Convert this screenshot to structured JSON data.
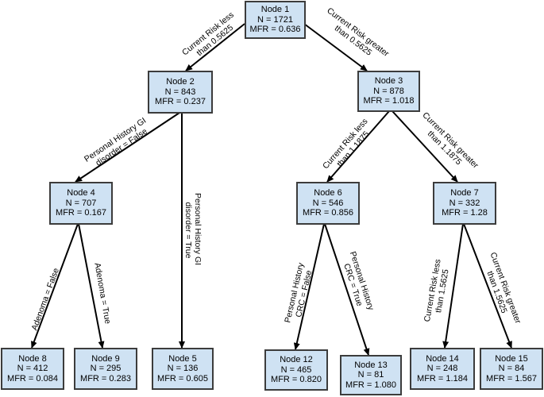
{
  "nodes": {
    "node1": {
      "name": "Node 1",
      "n": "N = 1721",
      "mfr": "MFR = 0.636"
    },
    "node2": {
      "name": "Node 2",
      "n": "N = 843",
      "mfr": "MFR = 0.237"
    },
    "node3": {
      "name": "Node 3",
      "n": "N = 878",
      "mfr": "MFR = 1.018"
    },
    "node4": {
      "name": "Node 4",
      "n": "N = 707",
      "mfr": "MFR = 0.167"
    },
    "node5": {
      "name": "Node 5",
      "n": "N = 136",
      "mfr": "MFR = 0.605"
    },
    "node6": {
      "name": "Node 6",
      "n": "N = 546",
      "mfr": "MFR = 0.856"
    },
    "node7": {
      "name": "Node 7",
      "n": "N = 332",
      "mfr": "MFR = 1.28"
    },
    "node8": {
      "name": "Node 8",
      "n": "N = 412",
      "mfr": "MFR = 0.084"
    },
    "node9": {
      "name": "Node 9",
      "n": "N = 295",
      "mfr": "MFR = 0.283"
    },
    "node12": {
      "name": "Node 12",
      "n": "N = 465",
      "mfr": "MFR = 0.820"
    },
    "node13": {
      "name": "Node 13",
      "n": "N = 81",
      "mfr": "MFR = 1.080"
    },
    "node14": {
      "name": "Node 14",
      "n": "N = 248",
      "mfr": "MFR = 1.184"
    },
    "node15": {
      "name": "Node 15",
      "n": "N = 84",
      "mfr": "MFR = 1.567"
    }
  },
  "edges": {
    "e1_2": {
      "line1": "Current Risk less",
      "line2": "than 0.5625"
    },
    "e1_3": {
      "line1": "Current Risk greater",
      "line2": "than 0.5625"
    },
    "e2_4": {
      "line1": "Personal History GI",
      "line2": "disorder = False"
    },
    "e2_5": {
      "line1": "Personal History GI",
      "line2": "disorder = True"
    },
    "e3_6": {
      "line1": "Current Risk less",
      "line2": "than 1.1875"
    },
    "e3_7": {
      "line1": "Current Risk greater",
      "line2": "than 1.1875"
    },
    "e4_8": {
      "line1": "Adenoma = False"
    },
    "e4_9": {
      "line1": "Adenoma = True"
    },
    "e6_12": {
      "line1": "Personal History",
      "line2": "CRC = False"
    },
    "e6_13": {
      "line1": "Personal History",
      "line2": "CRC = True"
    },
    "e7_14": {
      "line1": "Current Risk less",
      "line2": "than 1.5625"
    },
    "e7_15": {
      "line1": "Current Risk greater",
      "line2": "than 1.5625"
    }
  }
}
